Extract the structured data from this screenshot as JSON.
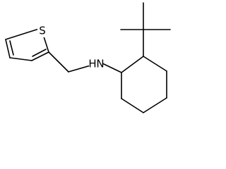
{
  "molecule": {
    "atoms": {
      "sulfur": "S",
      "amine": "N",
      "amine_h": "H"
    }
  }
}
